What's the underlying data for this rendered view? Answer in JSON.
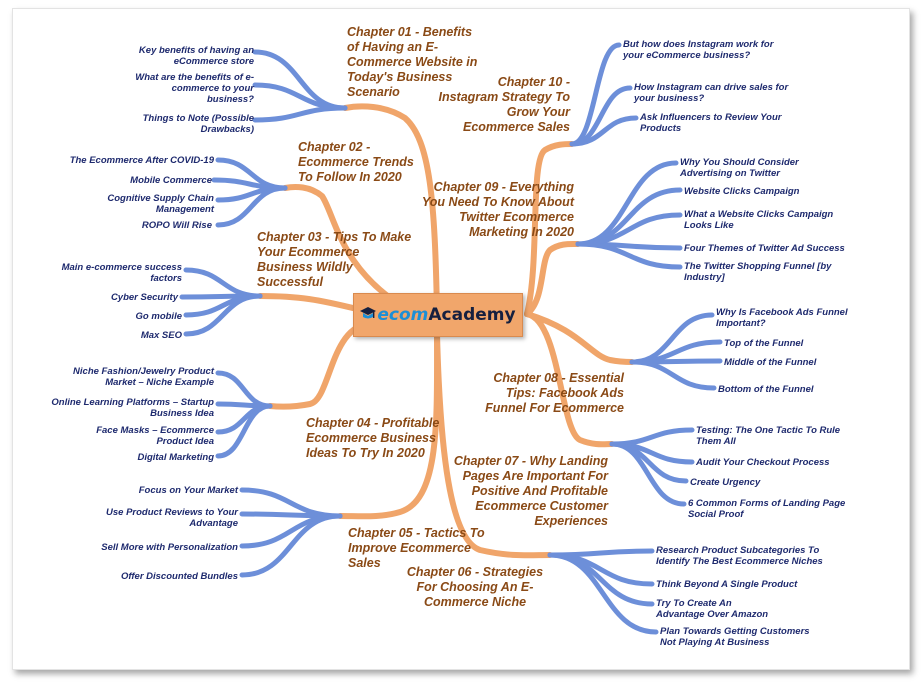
{
  "logo": {
    "part1": "ecom",
    "part2": "Academy",
    "icon": "graduation-cap-icon"
  },
  "colors": {
    "orange_branch": "#f0a56a",
    "blue_branch": "#6d8fd9",
    "chapter_text": "#8a4a16",
    "leaf_text": "#1e2a6e",
    "center_fill": "#f1a66b"
  },
  "chapters": [
    {
      "id": "ch01",
      "lines": [
        "Chapter 01 - Benefits",
        "of Having an E-",
        "Commerce Website in",
        "Today's Business",
        "Scenario"
      ],
      "items": [
        [
          "Key benefits of having an",
          "eCommerce store"
        ],
        [
          "What are the benefits of e-",
          "commerce to your",
          "business?"
        ],
        [
          "Things to Note (Possible",
          "Drawbacks)"
        ]
      ]
    },
    {
      "id": "ch02",
      "lines": [
        "Chapter 02 -",
        "Ecommerce Trends",
        "To Follow In 2020"
      ],
      "items": [
        [
          "The Ecommerce After COVID-19"
        ],
        [
          "Mobile Commerce"
        ],
        [
          "Cognitive Supply Chain",
          "Management"
        ],
        [
          "ROPO Will Rise"
        ]
      ]
    },
    {
      "id": "ch03",
      "lines": [
        "Chapter 03 - Tips To Make",
        "Your Ecommerce",
        "Business Wildly",
        "Successful"
      ],
      "items": [
        [
          "Main e-commerce success",
          "factors"
        ],
        [
          "Cyber Security"
        ],
        [
          "Go mobile"
        ],
        [
          "Max SEO"
        ]
      ]
    },
    {
      "id": "ch04",
      "lines": [
        "Chapter 04 - Profitable",
        "Ecommerce Business",
        "Ideas To Try In 2020"
      ],
      "items": [
        [
          "Niche Fashion/Jewelry Product",
          "Market – Niche Example"
        ],
        [
          "Online Learning Platforms – Startup",
          "Business Idea"
        ],
        [
          "Face Masks – Ecommerce",
          "Product Idea"
        ],
        [
          "Digital Marketing"
        ]
      ]
    },
    {
      "id": "ch05",
      "lines": [
        "Chapter 05 - Tactics To",
        "Improve Ecommerce",
        "Sales"
      ],
      "items": [
        [
          "Focus on Your Market"
        ],
        [
          "Use Product Reviews to Your",
          "Advantage"
        ],
        [
          "Sell More with Personalization"
        ],
        [
          "Offer Discounted Bundles"
        ]
      ]
    },
    {
      "id": "ch06",
      "lines": [
        "Chapter 06 - Strategies",
        "For Choosing An E-",
        "Commerce Niche"
      ],
      "items": [
        [
          "Research Product Subcategories To",
          "Identify The Best Ecommerce Niches"
        ],
        [
          "Think Beyond A Single Product"
        ],
        [
          "Try To Create An",
          "Advantage Over Amazon"
        ],
        [
          "Plan Towards Getting Customers",
          "Not Playing At Business"
        ]
      ]
    },
    {
      "id": "ch07",
      "lines": [
        "Chapter 07 - Why Landing",
        "Pages Are Important For",
        "Positive And Profitable",
        "Ecommerce Customer",
        "Experiences"
      ],
      "items": [
        [
          "Testing: The One Tactic To Rule",
          "Them All"
        ],
        [
          "Audit Your Checkout Process"
        ],
        [
          "Create Urgency"
        ],
        [
          "6 Common Forms of Landing Page",
          "Social Proof"
        ]
      ]
    },
    {
      "id": "ch08",
      "lines": [
        "Chapter 08 - Essential",
        "Tips: Facebook Ads",
        "Funnel For Ecommerce"
      ],
      "items": [
        [
          "Why Is Facebook Ads Funnel",
          "Important?"
        ],
        [
          "Top of the Funnel"
        ],
        [
          "Middle of the Funnel"
        ],
        [
          "Bottom of the Funnel"
        ]
      ]
    },
    {
      "id": "ch09",
      "lines": [
        "Chapter 09 - Everything",
        "You Need To Know About",
        "Twitter Ecommerce",
        "Marketing In 2020"
      ],
      "items": [
        [
          "Why You Should Consider",
          "Advertising on Twitter"
        ],
        [
          "Website Clicks Campaign"
        ],
        [
          "What a Website Clicks Campaign",
          "Looks Like"
        ],
        [
          "Four Themes of Twitter Ad Success"
        ],
        [
          "The Twitter Shopping Funnel [by",
          "Industry]"
        ]
      ]
    },
    {
      "id": "ch10",
      "lines": [
        "Chapter 10 -",
        "Instagram Strategy To",
        "Grow Your",
        "Ecommerce Sales"
      ],
      "items": [
        [
          "But how does Instagram work for",
          "your eCommerce business?"
        ],
        [
          "How Instagram can drive sales for",
          "your business?"
        ],
        [
          "Ask Influencers to Review Your",
          "Products"
        ]
      ]
    }
  ]
}
